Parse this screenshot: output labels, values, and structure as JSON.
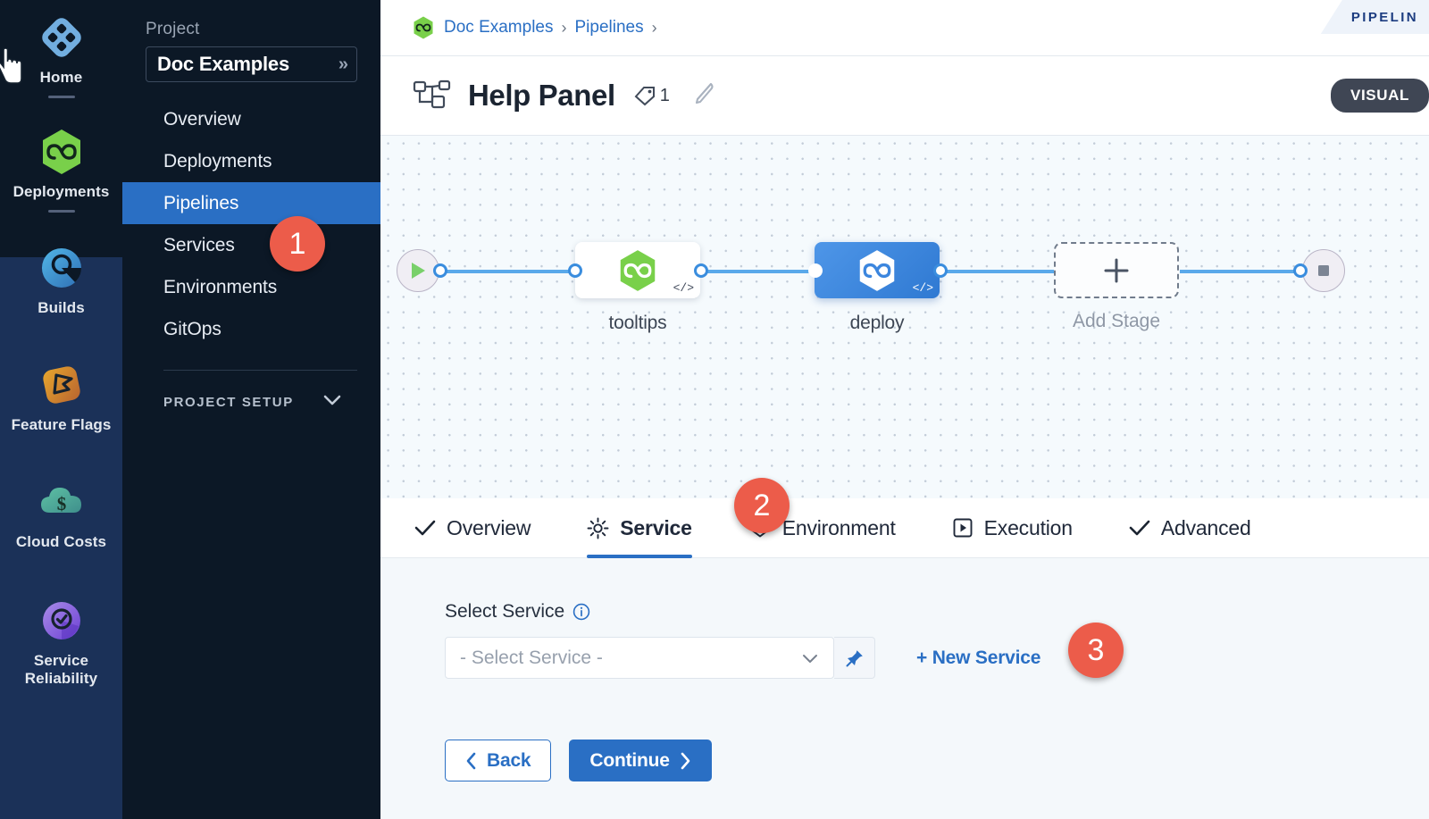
{
  "rail": {
    "items": [
      {
        "label": "Home",
        "icon": "home-grid-icon",
        "underline": true
      },
      {
        "label": "Deployments",
        "icon": "harness-hexagon-icon",
        "underline": true
      },
      {
        "label": "Builds",
        "icon": "builds-magnifier-icon",
        "underline": false
      },
      {
        "label": "Feature Flags",
        "icon": "feature-flag-icon",
        "underline": false
      },
      {
        "label": "Cloud Costs",
        "icon": "cloud-cost-dollar-icon",
        "underline": false
      },
      {
        "label": "Service Reliability",
        "icon": "service-reliability-check-icon",
        "underline": false
      }
    ],
    "cursor_icon": "pointing-hand-cursor"
  },
  "sidebar": {
    "section_label": "Project",
    "project_name": "Doc Examples",
    "project_chevron_icon": "double-chevron-right-icon",
    "items": [
      {
        "label": "Overview",
        "active": false
      },
      {
        "label": "Deployments",
        "active": false
      },
      {
        "label": "Pipelines",
        "active": true
      },
      {
        "label": "Services",
        "active": false
      },
      {
        "label": "Environments",
        "active": false
      },
      {
        "label": "GitOps",
        "active": false
      }
    ],
    "setup_label": "PROJECT SETUP",
    "setup_chevron_icon": "chevron-down-icon"
  },
  "breadcrumb": {
    "org_icon": "harness-hexagon-icon",
    "items": [
      "Doc Examples",
      "Pipelines"
    ],
    "separator": "›",
    "ribbon_label": "PIPELIN"
  },
  "header": {
    "pipeline_icon": "pipeline-nodes-icon",
    "title": "Help Panel",
    "tag_icon": "tag-icon",
    "tag_count": "1",
    "edit_icon": "pencil-icon",
    "mode_pill": "VISUAL"
  },
  "canvas": {
    "start_node": {
      "name": "start-node",
      "icon": "play-triangle-icon"
    },
    "end_node": {
      "name": "end-node",
      "icon": "stop-square-icon"
    },
    "stages": [
      {
        "label": "tooltips",
        "selected": false,
        "icon": "harness-hexagon-icon",
        "badge": "</>"
      },
      {
        "label": "deploy",
        "selected": true,
        "icon": "harness-hexagon-white-icon",
        "badge": "</>"
      }
    ],
    "add_stage": {
      "label": "Add Stage",
      "icon": "plus-icon"
    }
  },
  "tabs": [
    {
      "label": "Overview",
      "icon": "check-icon",
      "active": false
    },
    {
      "label": "Service",
      "icon": "gear-icon",
      "active": true
    },
    {
      "label": "Environment",
      "icon": "layers-icon",
      "active": false
    },
    {
      "label": "Execution",
      "icon": "play-box-icon",
      "active": false
    },
    {
      "label": "Advanced",
      "icon": "check-icon",
      "active": false
    }
  ],
  "form": {
    "label": "Select Service",
    "info_icon": "info-circle-icon",
    "select_placeholder": "- Select Service -",
    "select_chevron_icon": "chevron-down-icon",
    "pin_icon": "pushpin-icon",
    "new_service_label": "+ New Service",
    "back_label": "Back",
    "back_icon": "chevron-left-icon",
    "continue_label": "Continue",
    "continue_icon": "chevron-right-icon"
  },
  "callouts": [
    {
      "number": "1"
    },
    {
      "number": "2"
    },
    {
      "number": "3"
    }
  ],
  "colors": {
    "accent_blue": "#2a6fc4",
    "callout_red": "#ec5c4a",
    "harness_green": "#6cc24a",
    "rail_dark": "#0c1826",
    "rail_light": "#1b3158"
  }
}
